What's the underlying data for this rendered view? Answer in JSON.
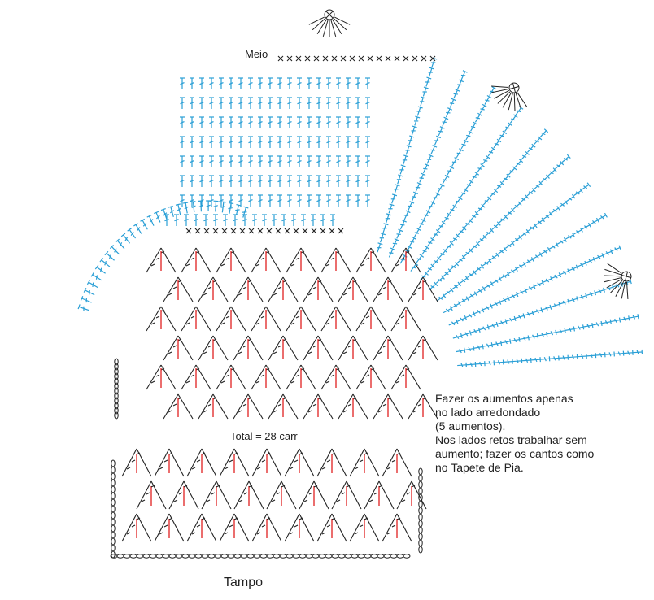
{
  "labels": {
    "meio": "Meio",
    "total": "Total = 28 carr",
    "tampo": "Tampo"
  },
  "note": {
    "lines": [
      "Fazer os aumentos apenas",
      "no lado arredondado",
      "(5 aumentos).",
      "Nos lados retos trabalhar sem",
      "aumento; fazer os cantos como",
      "no Tapete de Pia."
    ]
  },
  "colors": {
    "increase_rows": "#2a9fd6",
    "base_stitches": "#222222",
    "highlight": "#e02020"
  },
  "icons": {
    "double_crochet": "dc-stitch-icon",
    "single_crochet": "sc-x-icon",
    "chain": "chain-oval-icon",
    "fan_corner": "fan-corner-icon"
  }
}
